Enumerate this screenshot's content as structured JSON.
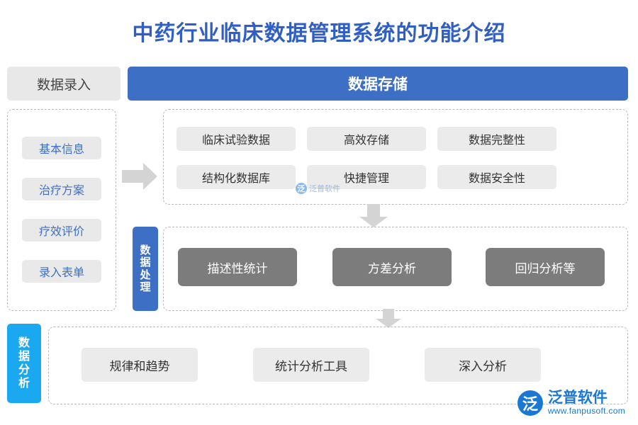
{
  "title": "中药行业临床数据管理系统的功能介绍",
  "accent_blue": "#3d6fc4",
  "accent_cyan": "#1aa9f0",
  "gray_box": "#ebebeb",
  "dark_box": "#7c7c7c",
  "header": {
    "entry_label": "数据录入",
    "storage_label": "数据存储"
  },
  "entry": {
    "items": [
      {
        "label": "基本信息"
      },
      {
        "label": "治疗方案"
      },
      {
        "label": "疗效评价"
      },
      {
        "label": "录入表单"
      }
    ]
  },
  "storage": {
    "items": [
      {
        "label": "临床试验数据"
      },
      {
        "label": "高效存储"
      },
      {
        "label": "数据完整性"
      },
      {
        "label": "结构化数据库"
      },
      {
        "label": "快捷管理"
      },
      {
        "label": "数据安全性"
      }
    ]
  },
  "processing": {
    "label": "数据处理",
    "items": [
      {
        "label": "描述性统计"
      },
      {
        "label": "方差分析"
      },
      {
        "label": "回归分析等"
      }
    ]
  },
  "analysis": {
    "label": "数据分析",
    "items": [
      {
        "label": "规律和趋势"
      },
      {
        "label": "统计分析工具"
      },
      {
        "label": "深入分析"
      }
    ]
  },
  "watermark_center": {
    "mark": "泛",
    "text": "泛普软件"
  },
  "watermark_corner": {
    "mark": "泛",
    "name": "泛普软件",
    "url": "www.fanpusoft.com"
  }
}
